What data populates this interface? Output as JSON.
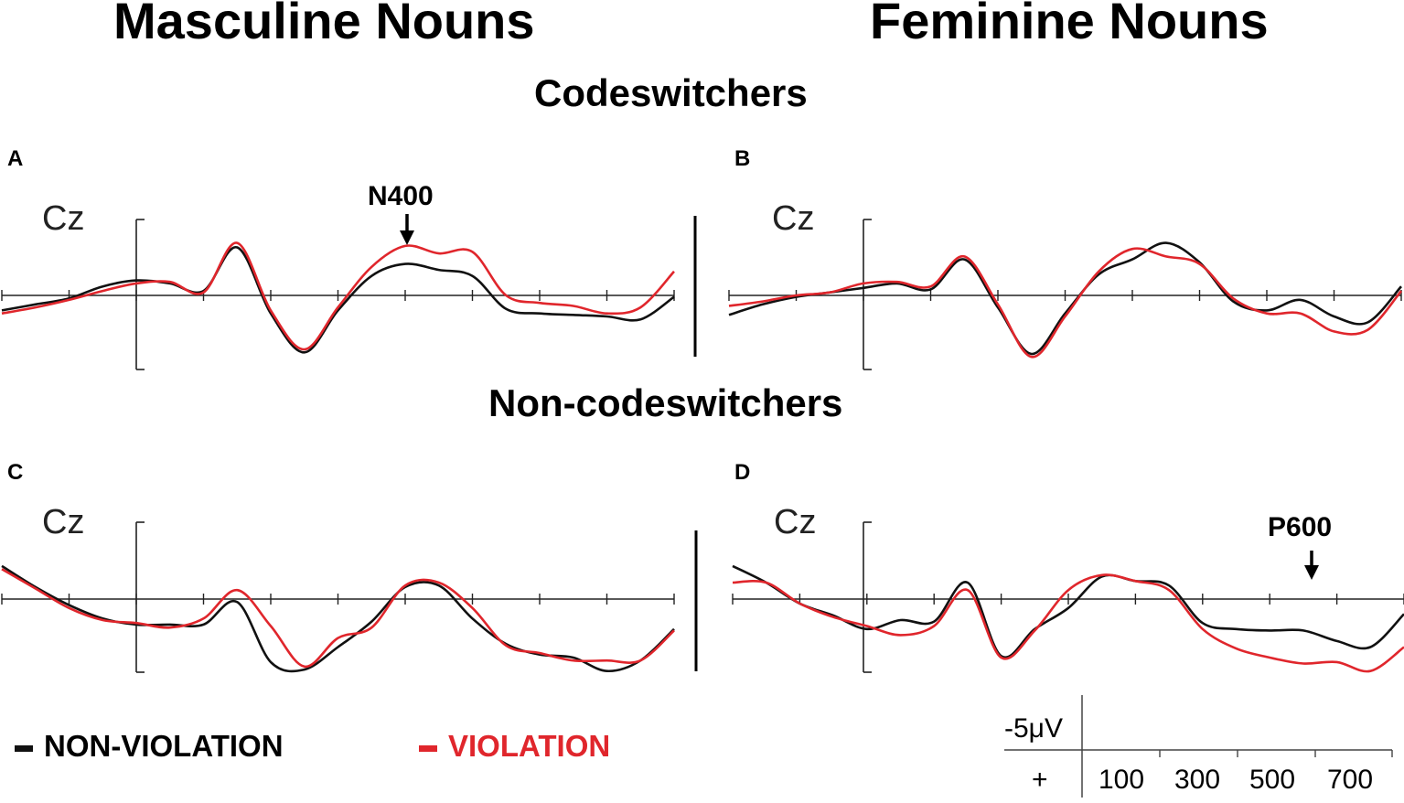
{
  "titles": {
    "masculine": "Masculine Nouns",
    "feminine": "Feminine Nouns",
    "codeswitchers": "Codeswitchers",
    "noncodeswitchers": "Non-codeswitchers"
  },
  "panels": [
    {
      "id": "A",
      "letter": "A",
      "electrode": "Cz",
      "annotation": "N400"
    },
    {
      "id": "B",
      "letter": "B",
      "electrode": "Cz",
      "annotation": ""
    },
    {
      "id": "C",
      "letter": "C",
      "electrode": "Cz",
      "annotation": ""
    },
    {
      "id": "D",
      "letter": "D",
      "electrode": "Cz",
      "annotation": "P600"
    }
  ],
  "legend": {
    "nonviolation": "NON-VIOLATION",
    "violation": "VIOLATION"
  },
  "scale": {
    "amplitude": "-5μV",
    "positive": "+",
    "ticks": [
      "100",
      "300",
      "500",
      "700"
    ]
  },
  "colors": {
    "nonviolation": "#111111",
    "violation": "#e0262c",
    "axis": "#222222"
  },
  "chart_data": [
    {
      "type": "line",
      "panel": "A",
      "xlabel": "",
      "ylabel": "",
      "x_unit": "ms",
      "y_unit": "μV",
      "polarity": "negative up",
      "xlim": [
        -200,
        800
      ],
      "ylim": [
        -5,
        5
      ],
      "x": [
        -200,
        -150,
        -100,
        -50,
        0,
        50,
        100,
        150,
        200,
        250,
        300,
        350,
        400,
        450,
        500,
        550,
        600,
        650,
        700,
        750,
        800
      ],
      "series": [
        {
          "name": "NON-VIOLATION",
          "color": "#111111",
          "values": [
            1.0,
            0.6,
            0.2,
            -0.6,
            -1.0,
            -0.8,
            -0.3,
            -3.2,
            1.2,
            3.8,
            1.0,
            -1.3,
            -2.1,
            -1.7,
            -1.3,
            0.9,
            1.2,
            1.3,
            1.4,
            1.6,
            0.1
          ]
        },
        {
          "name": "VIOLATION",
          "color": "#e0262c",
          "values": [
            1.2,
            0.8,
            0.3,
            -0.3,
            -0.8,
            -0.9,
            -0.2,
            -3.5,
            1.0,
            3.6,
            0.8,
            -1.9,
            -3.3,
            -2.8,
            -2.9,
            0.0,
            0.5,
            0.7,
            1.2,
            0.8,
            -1.6
          ]
        }
      ]
    },
    {
      "type": "line",
      "panel": "B",
      "xlabel": "",
      "ylabel": "",
      "x_unit": "ms",
      "y_unit": "μV",
      "polarity": "negative up",
      "xlim": [
        -200,
        800
      ],
      "ylim": [
        -5,
        5
      ],
      "x": [
        -200,
        -150,
        -100,
        -50,
        0,
        50,
        100,
        150,
        200,
        250,
        300,
        350,
        400,
        450,
        500,
        550,
        600,
        650,
        700,
        750,
        800
      ],
      "series": [
        {
          "name": "NON-VIOLATION",
          "color": "#111111",
          "values": [
            1.3,
            0.6,
            0.1,
            -0.2,
            -0.5,
            -0.8,
            -0.4,
            -2.4,
            0.8,
            3.9,
            1.2,
            -1.4,
            -2.4,
            -3.5,
            -2.2,
            0.4,
            1.0,
            0.3,
            1.4,
            1.8,
            -0.6
          ]
        },
        {
          "name": "VIOLATION",
          "color": "#e0262c",
          "values": [
            0.7,
            0.4,
            0.0,
            -0.2,
            -0.8,
            -0.9,
            -0.6,
            -2.6,
            0.6,
            4.1,
            1.4,
            -1.6,
            -3.1,
            -2.6,
            -2.1,
            0.2,
            1.2,
            1.2,
            2.4,
            2.3,
            -0.3
          ]
        }
      ]
    },
    {
      "type": "line",
      "panel": "C",
      "xlabel": "",
      "ylabel": "",
      "x_unit": "ms",
      "y_unit": "μV",
      "polarity": "negative up",
      "xlim": [
        -200,
        800
      ],
      "ylim": [
        -5,
        5
      ],
      "x": [
        -200,
        -150,
        -100,
        -50,
        0,
        50,
        100,
        150,
        200,
        250,
        300,
        350,
        400,
        450,
        500,
        550,
        600,
        650,
        700,
        750,
        800
      ],
      "series": [
        {
          "name": "NON-VIOLATION",
          "color": "#111111",
          "values": [
            -2.2,
            -0.8,
            0.4,
            1.3,
            1.7,
            1.7,
            1.7,
            0.2,
            4.2,
            4.7,
            3.2,
            1.5,
            -0.8,
            -0.9,
            1.3,
            3.0,
            3.7,
            3.9,
            4.8,
            4.1,
            2.0
          ]
        },
        {
          "name": "VIOLATION",
          "color": "#e0262c",
          "values": [
            -2.0,
            -0.7,
            0.6,
            1.4,
            1.6,
            1.9,
            1.3,
            -0.6,
            1.8,
            4.5,
            2.6,
            1.9,
            -0.9,
            -1.1,
            0.6,
            3.1,
            3.6,
            4.1,
            4.1,
            4.1,
            2.1
          ]
        }
      ]
    },
    {
      "type": "line",
      "panel": "D",
      "xlabel": "",
      "ylabel": "",
      "x_unit": "ms",
      "y_unit": "μV",
      "polarity": "negative up",
      "xlim": [
        -200,
        800
      ],
      "ylim": [
        -5,
        5
      ],
      "x": [
        -200,
        -150,
        -100,
        -50,
        0,
        50,
        100,
        150,
        200,
        250,
        300,
        350,
        400,
        450,
        500,
        550,
        600,
        650,
        700,
        750,
        800
      ],
      "series": [
        {
          "name": "NON-VIOLATION",
          "color": "#111111",
          "values": [
            -2.2,
            -1.1,
            0.3,
            1.1,
            2.0,
            1.4,
            1.5,
            -1.1,
            3.8,
            2.0,
            0.6,
            -1.5,
            -1.2,
            -0.9,
            1.6,
            2.0,
            2.1,
            2.1,
            2.8,
            3.2,
            1.0
          ]
        },
        {
          "name": "VIOLATION",
          "color": "#e0262c",
          "values": [
            -1.1,
            -1.1,
            0.3,
            1.2,
            1.8,
            2.4,
            1.8,
            -0.6,
            3.9,
            2.1,
            -0.6,
            -1.6,
            -1.2,
            -0.6,
            2.0,
            3.3,
            3.9,
            4.3,
            4.2,
            4.8,
            3.2
          ]
        }
      ]
    }
  ]
}
